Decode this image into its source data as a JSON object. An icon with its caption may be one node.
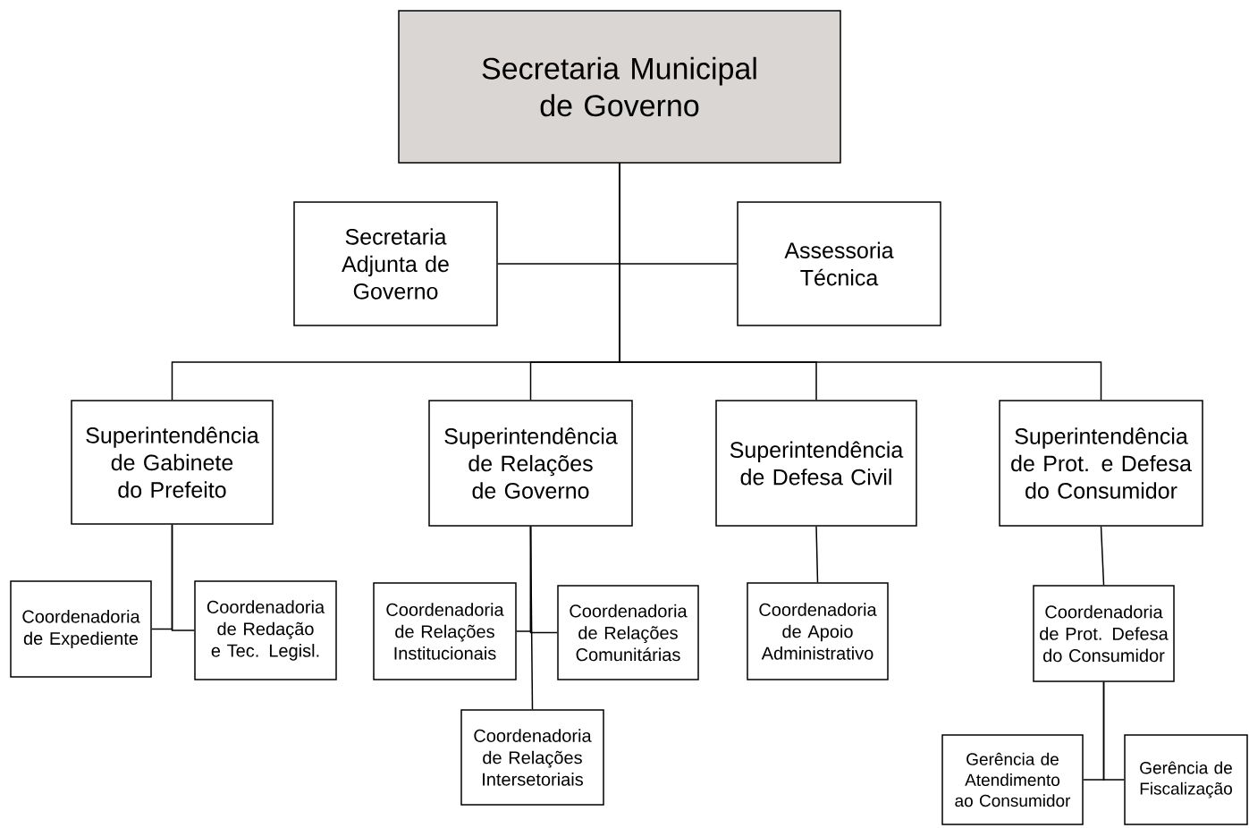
{
  "diagram": {
    "nodes": [
      {
        "text": [
          "Secretaria Municipal de Governo"
        ]
      },
      {
        "text": [
          "Secretaria Adjunta de Governo"
        ]
      },
      {
        "text": [
          "Assessoria Técnica"
        ]
      },
      {
        "text": [
          "Superintendência de Gabinete do Prefeito"
        ]
      },
      {
        "text": [
          "Superintendência de Relações de Governo"
        ]
      },
      {
        "text": [
          "Superintendência de Defesa Civil"
        ]
      },
      {
        "text": [
          "Superintendência de Prot. e Defesa do Consumidor"
        ]
      },
      {
        "text": [
          "Coordenadoria de Expediente"
        ]
      },
      {
        "text": [
          "Coordenadoria de Redação e Tec. Legisl."
        ]
      },
      {
        "text": [
          "Coordenadoria de Relações Institucionais"
        ]
      },
      {
        "text": [
          "Coordenadoria de Relações Comunitárias"
        ]
      },
      {
        "text": [
          "Coordenadoria de Relações Intersetoriais"
        ]
      },
      {
        "text": [
          "Coordenadoria de Apoio Administrativo"
        ]
      },
      {
        "text": [
          "Coordenadoria de Prot. Defesa do Consumidor"
        ]
      },
      {
        "text": [
          "Gerência de Atendimento ao Consumidor"
        ]
      },
      {
        "text": [
          "Gerência de Fiscalização"
        ]
      }
    ],
    "edges": [
      {
        "from": 0,
        "to": 1,
        "arrow": "none"
      },
      {
        "from": 0,
        "to": 2,
        "arrow": "none"
      },
      {
        "from": 0,
        "to": 3,
        "arrow": "none"
      },
      {
        "from": 0,
        "to": 4,
        "arrow": "none"
      },
      {
        "from": 0,
        "to": 5,
        "arrow": "none"
      },
      {
        "from": 0,
        "to": 6,
        "arrow": "none"
      },
      {
        "from": 3,
        "to": 7,
        "arrow": "none"
      },
      {
        "from": 3,
        "to": 8,
        "arrow": "none"
      },
      {
        "from": 4,
        "to": 9,
        "arrow": "none"
      },
      {
        "from": 4,
        "to": 10,
        "arrow": "none"
      },
      {
        "from": 4,
        "to": 11,
        "arrow": "none"
      },
      {
        "from": 5,
        "to": 12,
        "arrow": "none"
      },
      {
        "from": 6,
        "to": 13,
        "arrow": "none"
      },
      {
        "from": 13,
        "to": 14,
        "arrow": "none"
      },
      {
        "from": 13,
        "to": 15,
        "arrow": "none"
      }
    ]
  }
}
